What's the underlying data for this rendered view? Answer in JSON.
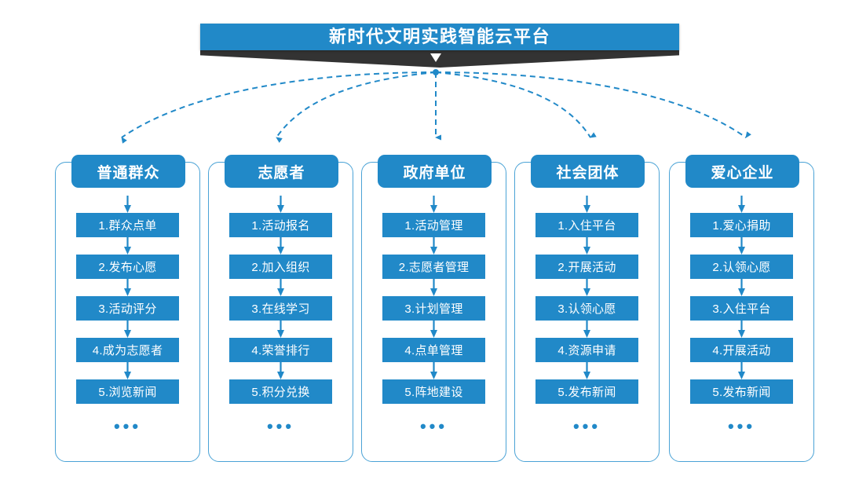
{
  "banner": {
    "title": "新时代文明实践智能云平台",
    "bar_color": "#2189c8",
    "ribbon_color": "#333333",
    "chevron_icon": "chevron-down-icon"
  },
  "theme": {
    "accent": "#2189c8",
    "container_border": "#4ba3d6",
    "background": "#ffffff",
    "text_on_accent": "#ffffff"
  },
  "ellipsis": "•••",
  "columns": [
    {
      "header": "普通群众",
      "steps": [
        "1.群众点单",
        "2.发布心愿",
        "3.活动评分",
        "4.成为志愿者",
        "5.浏览新闻"
      ]
    },
    {
      "header": "志愿者",
      "steps": [
        "1.活动报名",
        "2.加入组织",
        "3.在线学习",
        "4.荣誉排行",
        "5.积分兑换"
      ]
    },
    {
      "header": "政府单位",
      "steps": [
        "1.活动管理",
        "2.志愿者管理",
        "3.计划管理",
        "4.点单管理",
        "5.阵地建设"
      ]
    },
    {
      "header": "社会团体",
      "steps": [
        "1.入住平台",
        "2.开展活动",
        "3.认领心愿",
        "4.资源申请",
        "5.发布新闻"
      ]
    },
    {
      "header": "爱心企业",
      "steps": [
        "1.爱心捐助",
        "2.认领心愿",
        "3.入住平台",
        "4.开展活动",
        "5.发布新闻"
      ]
    }
  ]
}
